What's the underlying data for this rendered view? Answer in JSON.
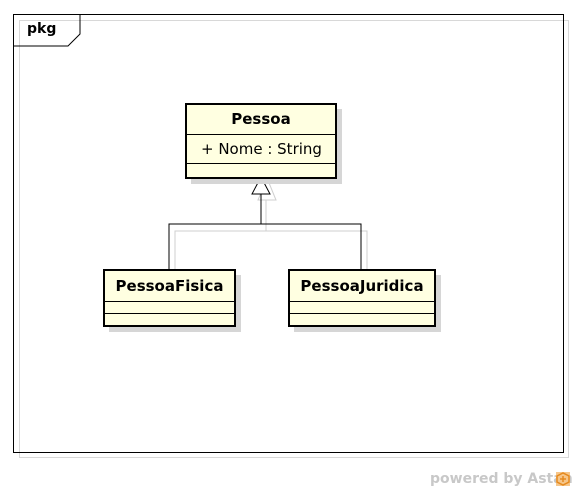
{
  "package": {
    "label": "pkg"
  },
  "classes": {
    "pessoa": {
      "name": "Pessoa",
      "attributes": [
        "+ Nome : String"
      ]
    },
    "pessoa_fisica": {
      "name": "PessoaFisica",
      "attributes": []
    },
    "pessoa_juridica": {
      "name": "PessoaJuridica",
      "attributes": []
    }
  },
  "relations": [
    {
      "type": "generalization",
      "from": "PessoaFisica",
      "to": "Pessoa"
    },
    {
      "type": "generalization",
      "from": "PessoaJuridica",
      "to": "Pessoa"
    }
  ],
  "footer": {
    "text": "powered by Astah",
    "logo": "astah-logo-icon"
  },
  "colors": {
    "class_fill": "#ffffe1",
    "footer_text": "#c8c8c8",
    "logo": "#f0a040"
  }
}
